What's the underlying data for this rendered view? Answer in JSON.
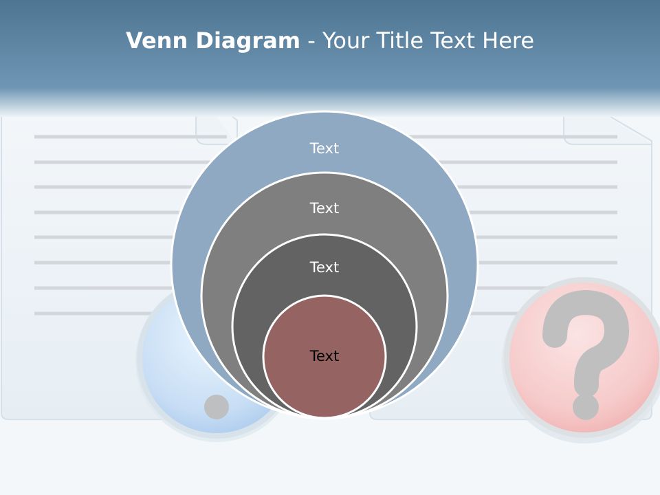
{
  "title": {
    "bold": "Venn Diagram",
    "rest": " - Your Title Text Here"
  },
  "diagram": {
    "circles": [
      {
        "label": "Text",
        "fill": "#8ea9c1",
        "text_color": "#ffffff"
      },
      {
        "label": "Text",
        "fill": "#7f7f7f",
        "text_color": "#ffffff"
      },
      {
        "label": "Text",
        "fill": "#636363",
        "text_color": "#ffffff"
      },
      {
        "label": "Text",
        "fill": "#956462",
        "text_color": "#000000"
      }
    ]
  },
  "icons": {
    "left": {
      "name": "question-mark-icon",
      "color": "#cfe6f8"
    },
    "right": {
      "name": "question-mark-icon",
      "color": "#f6c8c8"
    }
  },
  "colors": {
    "header": "#5f8aa8",
    "background": "#f3f7fa"
  }
}
